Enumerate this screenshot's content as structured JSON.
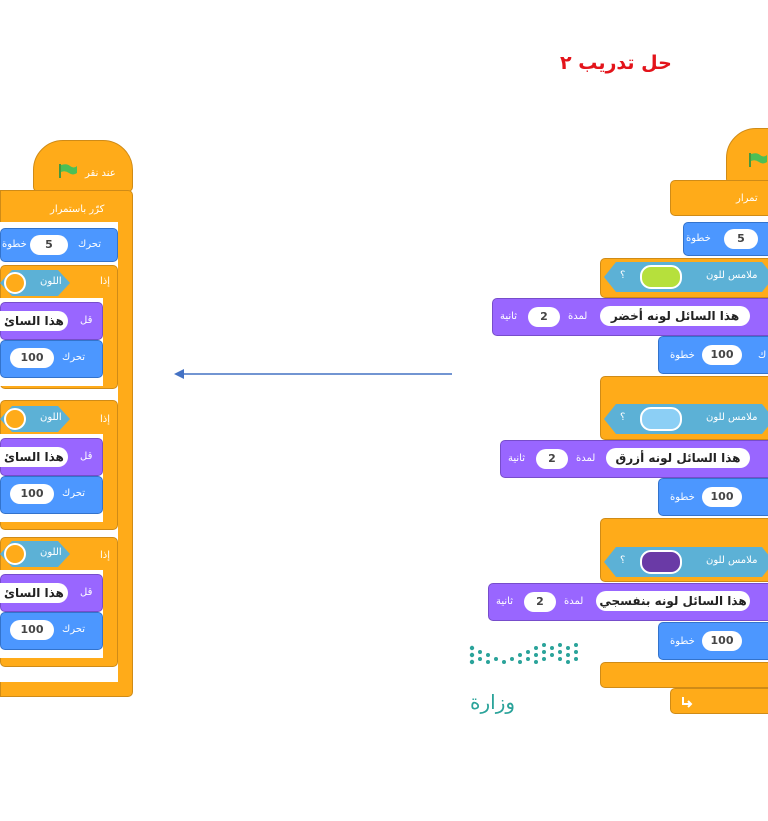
{
  "title": "حل تدريب ٢",
  "left_script": {
    "hat": "عند نقر",
    "forever": "كرّر باستمرار",
    "move_label": "تحرك",
    "move_steps": "5",
    "move_unit": "خطوة",
    "if_label": "إذا",
    "color_label": "اللون",
    "say_label": "قل",
    "say_text": "هذا السائ",
    "move100": "100"
  },
  "right_script": {
    "forever_partial": "تمرار",
    "move_steps": "5",
    "move_unit": "خطوة",
    "touching": "ملامس للون",
    "question": "؟",
    "for_label": "لمدة",
    "secs": "2",
    "secs_unit": "ثانية",
    "say_green": "هذا السائل لونه أخضر",
    "say_blue": "هذا السائل لونه أزرق",
    "say_purple": "هذا السائل لونه بنفسجي",
    "move100": "100",
    "move_partial": "ك"
  },
  "colors": {
    "green": "#b6e03c",
    "blue": "#8ccff5",
    "purple": "#6a3aa6",
    "arrow": "#4472c4"
  },
  "logo_text": "وزارة"
}
